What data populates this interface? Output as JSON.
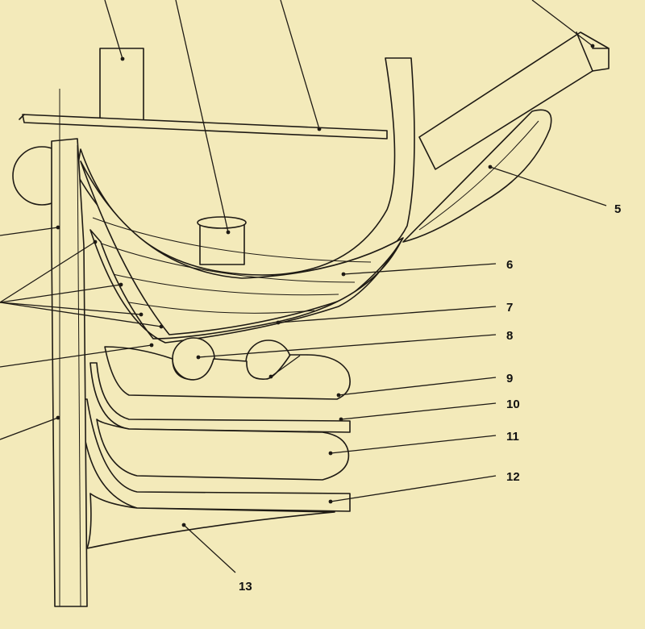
{
  "labels": [
    {
      "id": "label-5",
      "text": "5"
    },
    {
      "id": "label-6",
      "text": "6"
    },
    {
      "id": "label-7",
      "text": "7"
    },
    {
      "id": "label-8",
      "text": "8"
    },
    {
      "id": "label-9",
      "text": "9"
    },
    {
      "id": "label-10",
      "text": "10"
    },
    {
      "id": "label-11",
      "text": "11"
    },
    {
      "id": "label-12",
      "text": "12"
    },
    {
      "id": "label-13",
      "text": "13"
    }
  ],
  "colors": {
    "paper": "#f3eaba",
    "ink": "#1e1a14"
  }
}
